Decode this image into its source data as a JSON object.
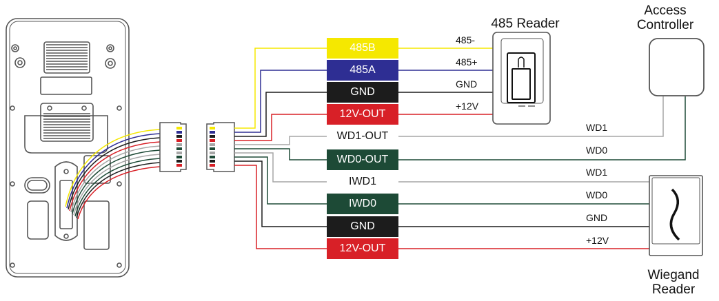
{
  "terminals": [
    {
      "label": "485B",
      "bg": "#f5e800",
      "fg": "#ffffff"
    },
    {
      "label": "485A",
      "bg": "#2e2e93",
      "fg": "#ffffff"
    },
    {
      "label": "GND",
      "bg": "#1c1c1c",
      "fg": "#ffffff"
    },
    {
      "label": "12V-OUT",
      "bg": "#d82027",
      "fg": "#ffffff"
    },
    {
      "label": "WD1-OUT",
      "bg": "#ffffff",
      "fg": "#111111"
    },
    {
      "label": "WD0-OUT",
      "bg": "#1d4a36",
      "fg": "#ffffff"
    },
    {
      "label": "IWD1",
      "bg": "#ffffff",
      "fg": "#111111"
    },
    {
      "label": "IWD0",
      "bg": "#1d4a36",
      "fg": "#ffffff"
    },
    {
      "label": "GND",
      "bg": "#1c1c1c",
      "fg": "#ffffff"
    },
    {
      "label": "12V-OUT",
      "bg": "#d82027",
      "fg": "#ffffff"
    }
  ],
  "reader485": {
    "title": "485 Reader",
    "wires": [
      "485-",
      "485+",
      "GND",
      "+12V"
    ]
  },
  "access_controller": {
    "title_line1": "Access",
    "title_line2": "Controller",
    "wires": [
      "WD1",
      "WD0"
    ]
  },
  "wiegand_reader": {
    "title_line1": "Wiegand",
    "title_line2": "Reader",
    "wires": [
      "WD1",
      "WD0",
      "GND",
      "+12V"
    ]
  },
  "colors": {
    "yellow": "#f5e800",
    "blue": "#2e2e93",
    "black": "#1c1c1c",
    "red": "#d82027",
    "gray": "#a6a6a6",
    "green": "#1d4a36",
    "outline": "#555555"
  }
}
